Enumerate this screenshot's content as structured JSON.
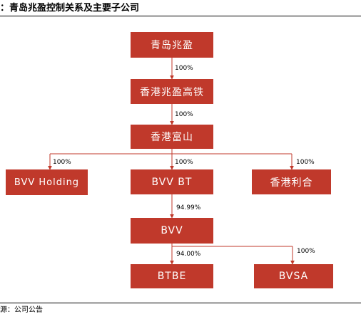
{
  "title": "：青岛兆盈控制关系及主要子公司",
  "source": "源：公司公告",
  "colors": {
    "box": "#c0392b",
    "line": "#c0392b",
    "text": "#ffffff"
  },
  "nodes": {
    "qingdao_zhaoying": "青岛兆盈",
    "hk_zhaoying_gaotie": "香港兆盈高铁",
    "hk_fushan": "香港富山",
    "bvv_holding": "BVV Holding",
    "bvv_bt": "BVV BT",
    "hk_lihe": "香港利合",
    "bvv": "BVV",
    "btbe": "BTBE",
    "bvsa": "BVSA"
  },
  "edges": {
    "qingdao_to_hkgaotie": "100%",
    "hkgaotie_to_fushan": "100%",
    "fushan_to_holding": "100%",
    "fushan_to_bvvbt": "100%",
    "fushan_to_lihe": "100%",
    "bvvbt_to_bvv": "94.99%",
    "bvv_to_btbe": "94.00%",
    "bvv_to_bvsa": "100%"
  }
}
